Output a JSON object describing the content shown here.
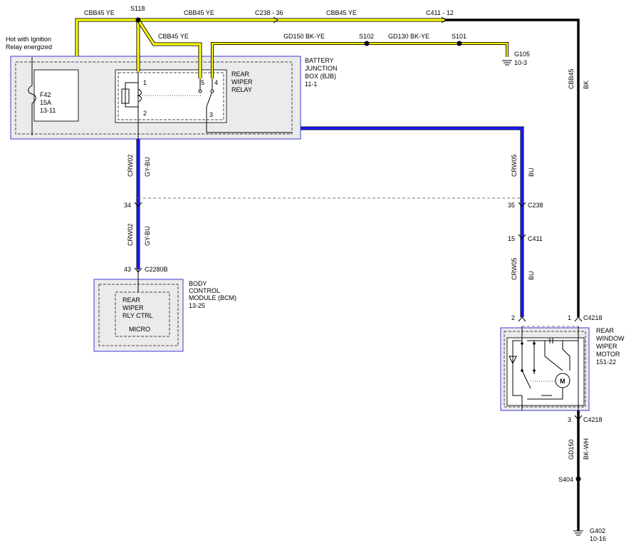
{
  "colors": {
    "yellow_wire": "#ffff00",
    "blue_wire": "#1a1aff",
    "black_wire": "#000000",
    "module_border": "#3b3bd6",
    "module_fill": "#ebebeb"
  },
  "wires": {
    "cbb45_ye_top": "CBB45  YE",
    "cbb45_ye_mid": "CBB45  YE",
    "cbb45_ye_right": "CBB45  YE",
    "cbb45_ye_branch": "CBB45  YE",
    "gd150_bk_ye": "GD150  BK-YE",
    "gd130_bk_ye": "GD130  BK-YE",
    "cbb45_vert": "CBB45",
    "bk": "BK",
    "crw02_upper": "CRW02",
    "gy_bu_upper": "GY-BU",
    "crw02_lower": "CRW02",
    "gy_bu_lower": "GY-BU",
    "crw05_upper": "CRW05",
    "bu_upper": "BU",
    "crw05_lower": "CRW05",
    "bu_lower": "BU",
    "gd150_bottom": "GD150",
    "bk_wh": "BK-WH"
  },
  "splices": {
    "s118": "S118",
    "s102": "S102",
    "s101": "S101",
    "s404": "S404"
  },
  "connectors": {
    "c238_36": "C238  -  36",
    "c411_12": "C411  -  12",
    "pin_34": "34",
    "pin_35": "35",
    "c238": "C238",
    "pin_15": "15",
    "c411": "C411",
    "pin_43": "43",
    "c2280b": "C2280B",
    "pin_2": "2",
    "pin_1": "1",
    "c4218_top": "C4218",
    "pin_3": "3",
    "c4218_bottom": "C4218"
  },
  "grounds": {
    "g105": "G105",
    "g105_ref": "10-3",
    "g402": "G402",
    "g402_ref": "10-16"
  },
  "hot_note": {
    "line1": "Hot with Ignition",
    "line2": "Relay energized"
  },
  "fuse": {
    "name": "F42",
    "rating": "15A",
    "ref": "13-11"
  },
  "bjb": {
    "line1": "BATTERY",
    "line2": "JUNCTION",
    "line3": "BOX (BJB)",
    "ref": "11-1"
  },
  "relay": {
    "line1": "REAR",
    "line2": "WIPER",
    "line3": "RELAY",
    "pin1": "1",
    "pin2": "2",
    "pin3": "3",
    "pin4": "4",
    "pin5": "5"
  },
  "bcm": {
    "line1": "BODY",
    "line2": "CONTROL",
    "line3": "MODULE (BCM)",
    "ref": "13-25",
    "inner1": "REAR",
    "inner2": "WIPER",
    "inner3": "RLY CTRL",
    "micro": "MICRO"
  },
  "motor": {
    "line1": "REAR",
    "line2": "WINDOW",
    "line3": "WIPER",
    "line4": "MOTOR",
    "ref": "151-22",
    "symbol": "M"
  }
}
